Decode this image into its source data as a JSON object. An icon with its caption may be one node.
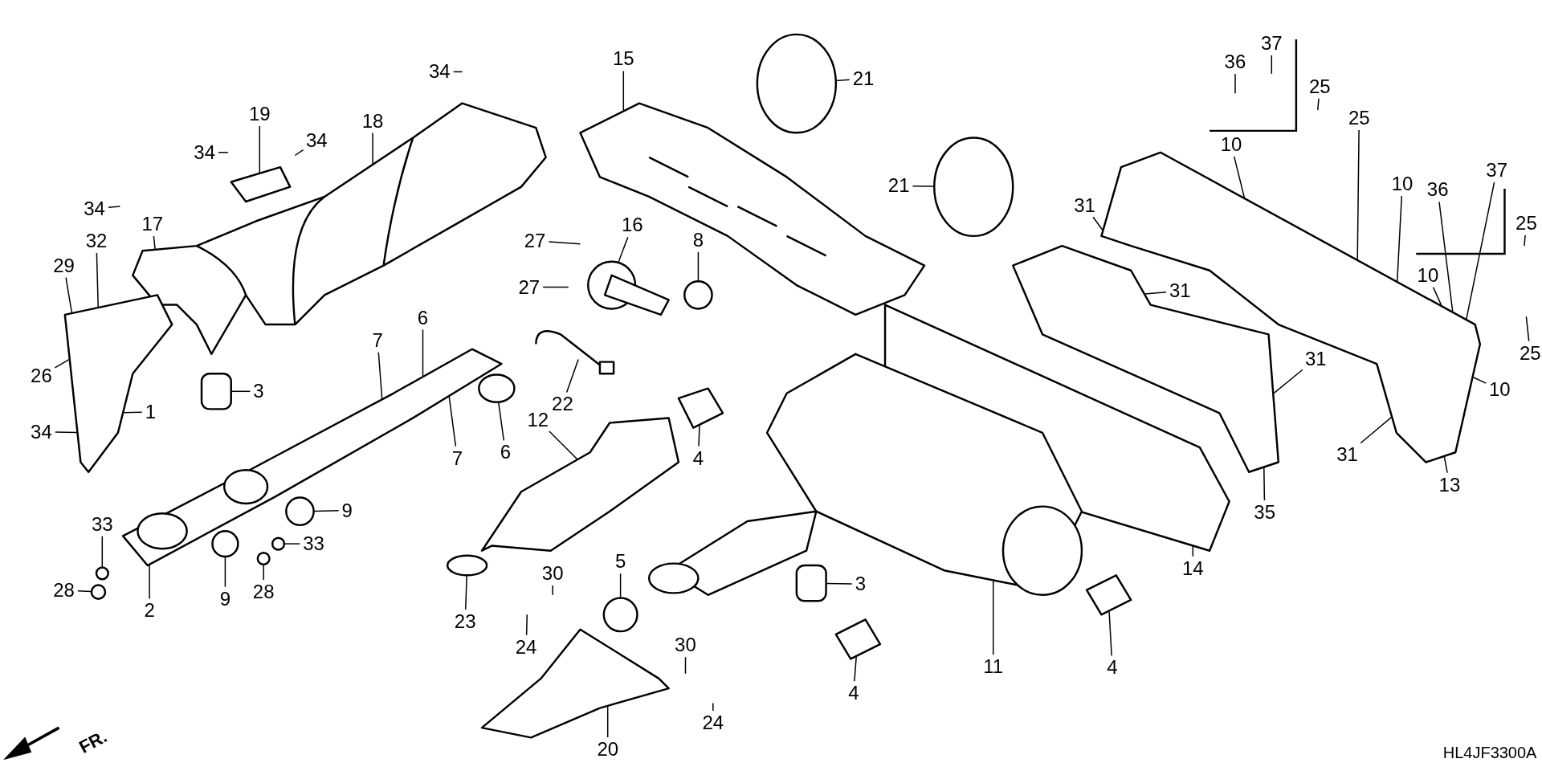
{
  "diagram": {
    "nodes": [
      {
        "text": [
          "34"
        ]
      },
      {
        "text": [
          "15"
        ]
      },
      {
        "text": [
          "21"
        ]
      },
      {
        "text": [
          "37"
        ]
      },
      {
        "text": [
          "36"
        ]
      },
      {
        "text": [
          "25"
        ]
      },
      {
        "text": [
          "25"
        ]
      },
      {
        "text": [
          "10"
        ]
      },
      {
        "text": [
          "10"
        ]
      },
      {
        "text": [
          "37"
        ]
      },
      {
        "text": [
          "36"
        ]
      },
      {
        "text": [
          "25"
        ]
      },
      {
        "text": [
          "10"
        ]
      },
      {
        "text": [
          "25"
        ]
      },
      {
        "text": [
          "10"
        ]
      },
      {
        "text": [
          "19"
        ]
      },
      {
        "text": [
          "34"
        ]
      },
      {
        "text": [
          "34"
        ]
      },
      {
        "text": [
          "18"
        ]
      },
      {
        "text": [
          "34"
        ]
      },
      {
        "text": [
          "17"
        ]
      },
      {
        "text": [
          "21"
        ]
      },
      {
        "text": [
          "31"
        ]
      },
      {
        "text": [
          "16"
        ]
      },
      {
        "text": [
          "32"
        ]
      },
      {
        "text": [
          "29"
        ]
      },
      {
        "text": [
          "27"
        ]
      },
      {
        "text": [
          "27"
        ]
      },
      {
        "text": [
          "8"
        ]
      },
      {
        "text": [
          "31"
        ]
      },
      {
        "text": [
          "26"
        ]
      },
      {
        "text": [
          "6"
        ]
      },
      {
        "text": [
          "7"
        ]
      },
      {
        "text": [
          "3"
        ]
      },
      {
        "text": [
          "22"
        ]
      },
      {
        "text": [
          "1"
        ]
      },
      {
        "text": [
          "34"
        ]
      },
      {
        "text": [
          "12"
        ]
      },
      {
        "text": [
          "31"
        ]
      },
      {
        "text": [
          "4"
        ]
      },
      {
        "text": [
          "6"
        ]
      },
      {
        "text": [
          "7"
        ]
      },
      {
        "text": [
          "31"
        ]
      },
      {
        "text": [
          "13"
        ]
      },
      {
        "text": [
          "35"
        ]
      },
      {
        "text": [
          "9"
        ]
      },
      {
        "text": [
          "33"
        ]
      },
      {
        "text": [
          "33"
        ]
      },
      {
        "text": [
          "28"
        ]
      },
      {
        "text": [
          "28"
        ]
      },
      {
        "text": [
          "9"
        ]
      },
      {
        "text": [
          "2"
        ]
      },
      {
        "text": [
          "5"
        ]
      },
      {
        "text": [
          "30"
        ]
      },
      {
        "text": [
          "14"
        ]
      },
      {
        "text": [
          "3"
        ]
      },
      {
        "text": [
          "23"
        ]
      },
      {
        "text": [
          "24"
        ]
      },
      {
        "text": [
          "30"
        ]
      },
      {
        "text": [
          "11"
        ]
      },
      {
        "text": [
          "4"
        ]
      },
      {
        "text": [
          "4"
        ]
      },
      {
        "text": [
          "24"
        ]
      },
      {
        "text": [
          "20"
        ]
      },
      {
        "text": [],
        "shape": "picture"
      },
      {
        "text": [],
        "shape": "picture"
      },
      {
        "text": [],
        "shape": "picture"
      },
      {
        "text": [],
        "shape": "picture"
      },
      {
        "text": [],
        "shape": "box"
      },
      {
        "text": [],
        "shape": "circle"
      },
      {
        "text": [],
        "shape": "circle"
      },
      {
        "text": [],
        "shape": "circle"
      },
      {
        "text": [],
        "shape": "circle"
      },
      {
        "text": [],
        "shape": "circle"
      },
      {
        "text": [],
        "shape": "circle"
      },
      {
        "text": [],
        "shape": "picture"
      },
      {
        "text": [],
        "shape": "circle"
      },
      {
        "text": [],
        "shape": "circle"
      },
      {
        "text": [],
        "shape": "picture"
      },
      {
        "text": [],
        "shape": "picture"
      },
      {
        "text": [],
        "shape": "picture"
      },
      {
        "text": [],
        "shape": "picture"
      },
      {
        "text": [],
        "shape": "picture"
      },
      {
        "text": [],
        "shape": "circle"
      },
      {
        "text": [],
        "shape": "circle"
      },
      {
        "text": [],
        "shape": "circle"
      },
      {
        "text": [],
        "shape": "picture"
      },
      {
        "text": [],
        "shape": "picture"
      },
      {
        "text": [],
        "shape": "box"
      },
      {
        "text": [],
        "shape": "picture"
      },
      {
        "text": [],
        "shape": "picture"
      },
      {
        "text": [],
        "shape": "picture"
      },
      {
        "text": [],
        "shape": "picture"
      }
    ],
    "edges": [
      {
        "from": 0,
        "to": null,
        "arrow": "none"
      },
      {
        "from": 1,
        "to": 75,
        "arrow": "none"
      },
      {
        "from": 2,
        "to": 76,
        "arrow": "none"
      },
      {
        "from": 3,
        "to": null,
        "arrow": "none"
      },
      {
        "from": 4,
        "to": null,
        "arrow": "none"
      },
      {
        "from": 5,
        "to": null,
        "arrow": "none"
      },
      {
        "from": 6,
        "to": 91,
        "arrow": "none"
      },
      {
        "from": 7,
        "to": 91,
        "arrow": "none"
      },
      {
        "from": 8,
        "to": 91,
        "arrow": "none"
      },
      {
        "from": 9,
        "to": 91,
        "arrow": "none"
      },
      {
        "from": 10,
        "to": 91,
        "arrow": "none"
      },
      {
        "from": 11,
        "to": null,
        "arrow": "none"
      },
      {
        "from": 12,
        "to": 91,
        "arrow": "none"
      },
      {
        "from": 13,
        "to": null,
        "arrow": "none"
      },
      {
        "from": 14,
        "to": 91,
        "arrow": "none"
      },
      {
        "from": 15,
        "to": 65,
        "arrow": "none"
      },
      {
        "from": 16,
        "to": null,
        "arrow": "none"
      },
      {
        "from": 17,
        "to": null,
        "arrow": "none"
      },
      {
        "from": 18,
        "to": 64,
        "arrow": "none"
      },
      {
        "from": 19,
        "to": null,
        "arrow": "none"
      },
      {
        "from": 20,
        "to": 64,
        "arrow": "none"
      },
      {
        "from": 21,
        "to": 77,
        "arrow": "none"
      },
      {
        "from": 22,
        "to": 91,
        "arrow": "none"
      },
      {
        "from": 23,
        "to": 78,
        "arrow": "none"
      },
      {
        "from": 24,
        "to": 66,
        "arrow": "none"
      },
      {
        "from": 25,
        "to": 66,
        "arrow": "none"
      },
      {
        "from": 26,
        "to": null,
        "arrow": "none"
      },
      {
        "from": 27,
        "to": null,
        "arrow": "none"
      },
      {
        "from": 28,
        "to": 85,
        "arrow": "none"
      },
      {
        "from": 29,
        "to": 92,
        "arrow": "none"
      },
      {
        "from": 30,
        "to": 66,
        "arrow": "none"
      },
      {
        "from": 31,
        "to": 67,
        "arrow": "none"
      },
      {
        "from": 32,
        "to": 67,
        "arrow": "none"
      },
      {
        "from": 33,
        "to": 68,
        "arrow": "none"
      },
      {
        "from": 34,
        "to": 79,
        "arrow": "none"
      },
      {
        "from": 35,
        "to": 66,
        "arrow": "none"
      },
      {
        "from": 36,
        "to": 66,
        "arrow": "none"
      },
      {
        "from": 37,
        "to": 81,
        "arrow": "none"
      },
      {
        "from": 38,
        "to": 92,
        "arrow": "none"
      },
      {
        "from": 39,
        "to": 80,
        "arrow": "none"
      },
      {
        "from": 40,
        "to": 67,
        "arrow": "none"
      },
      {
        "from": 41,
        "to": 67,
        "arrow": "none"
      },
      {
        "from": 42,
        "to": 91,
        "arrow": "none"
      },
      {
        "from": 43,
        "to": 91,
        "arrow": "none"
      },
      {
        "from": 44,
        "to": 92,
        "arrow": "none"
      },
      {
        "from": 45,
        "to": 69,
        "arrow": "none"
      },
      {
        "from": 46,
        "to": 71,
        "arrow": "none"
      },
      {
        "from": 47,
        "to": 73,
        "arrow": "none"
      },
      {
        "from": 48,
        "to": 72,
        "arrow": "none"
      },
      {
        "from": 49,
        "to": 74,
        "arrow": "none"
      },
      {
        "from": 50,
        "to": 70,
        "arrow": "none"
      },
      {
        "from": 51,
        "to": 67,
        "arrow": "none"
      },
      {
        "from": 52,
        "to": 84,
        "arrow": "none"
      },
      {
        "from": 53,
        "to": null,
        "arrow": "none"
      },
      {
        "from": 54,
        "to": 86,
        "arrow": "none"
      },
      {
        "from": 55,
        "to": 88,
        "arrow": "none"
      },
      {
        "from": 56,
        "to": 83,
        "arrow": "none"
      },
      {
        "from": 57,
        "to": null,
        "arrow": "none"
      },
      {
        "from": 58,
        "to": null,
        "arrow": "none"
      },
      {
        "from": 59,
        "to": 87,
        "arrow": "none"
      },
      {
        "from": 60,
        "to": 90,
        "arrow": "none"
      },
      {
        "from": 61,
        "to": 89,
        "arrow": "none"
      },
      {
        "from": 62,
        "to": null,
        "arrow": "none"
      },
      {
        "from": 63,
        "to": 82,
        "arrow": "none"
      }
    ],
    "labels": [
      "FR.",
      "HL4JF3300A"
    ]
  }
}
